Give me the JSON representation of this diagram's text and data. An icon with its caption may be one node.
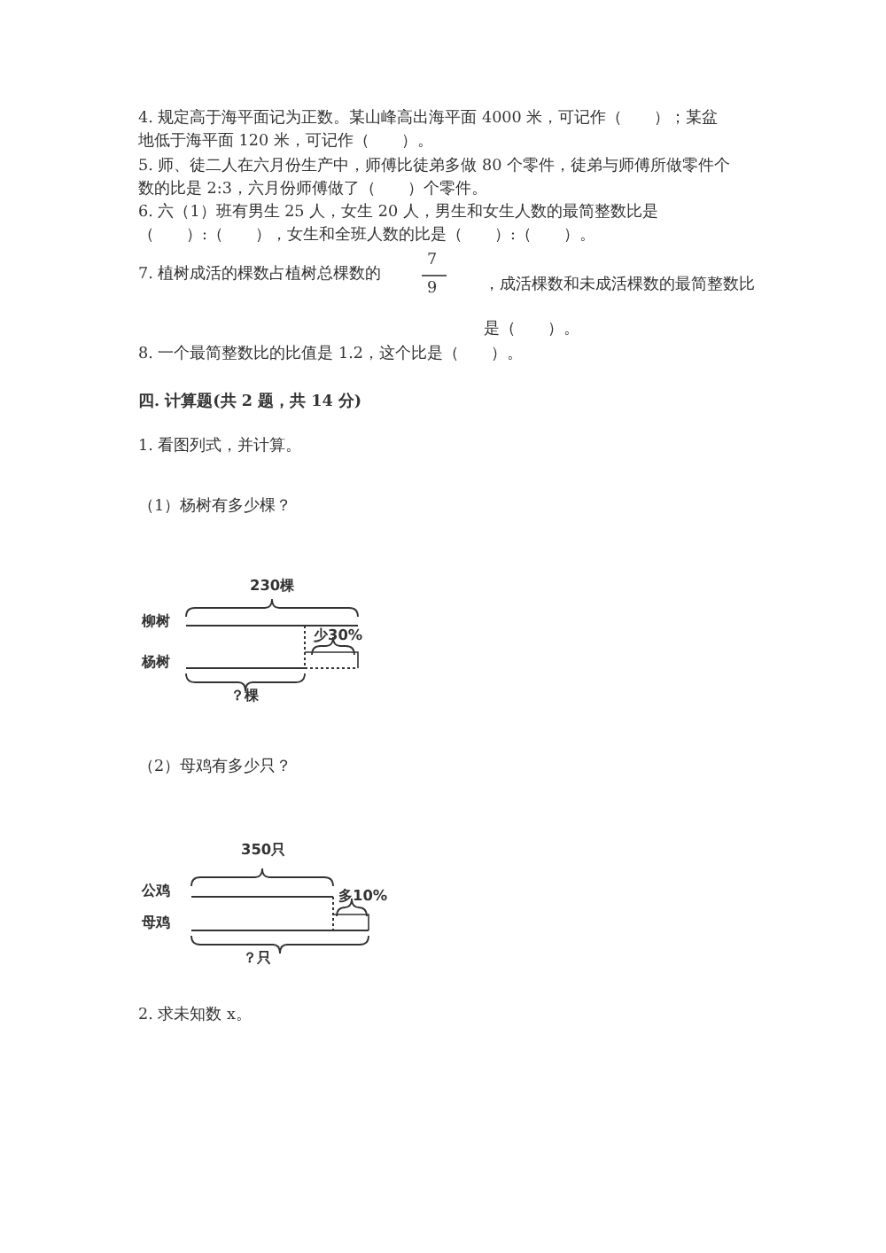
{
  "diagram": {
    "labels": [
      "4. 规定高于海平面记为正数。某山峰高出海平面 4000 米，可记作（　　）；某盆地低于海平面 120 米，可记作（　　）。",
      "5. 师、徒二人在六月份生产中，师傅比徒弟多做 80 个零件，徒弟与师傅所做零件个数的比是 2:3，六月份师傅做了（　　）个零件。",
      "6. 六（1）班有男生 25 人，女生 20 人，男生和女生人数的最简整数比是（　　）:（　　），女生和全班人数的比是（　　）:（　　）。",
      "7. 植树成活的棵数占植树总棵数的",
      "7",
      "9",
      "，成活棵数和未成活棵数的最简整数比是（　　）。",
      "8. 一个最简整数比的比值是 1.2，这个比是（　　）。",
      "四. 计算题(共 2 题，共 14 分)",
      "1. 看图列式，并计算。",
      "（1）杨树有多少棵？",
      "230棵",
      "柳树",
      "少30%",
      "杨树",
      "？棵",
      "（2）母鸡有多少只？",
      "350只",
      "公鸡",
      "多10%",
      "母鸡",
      "？只",
      "2. 求未知数 x。"
    ]
  }
}
